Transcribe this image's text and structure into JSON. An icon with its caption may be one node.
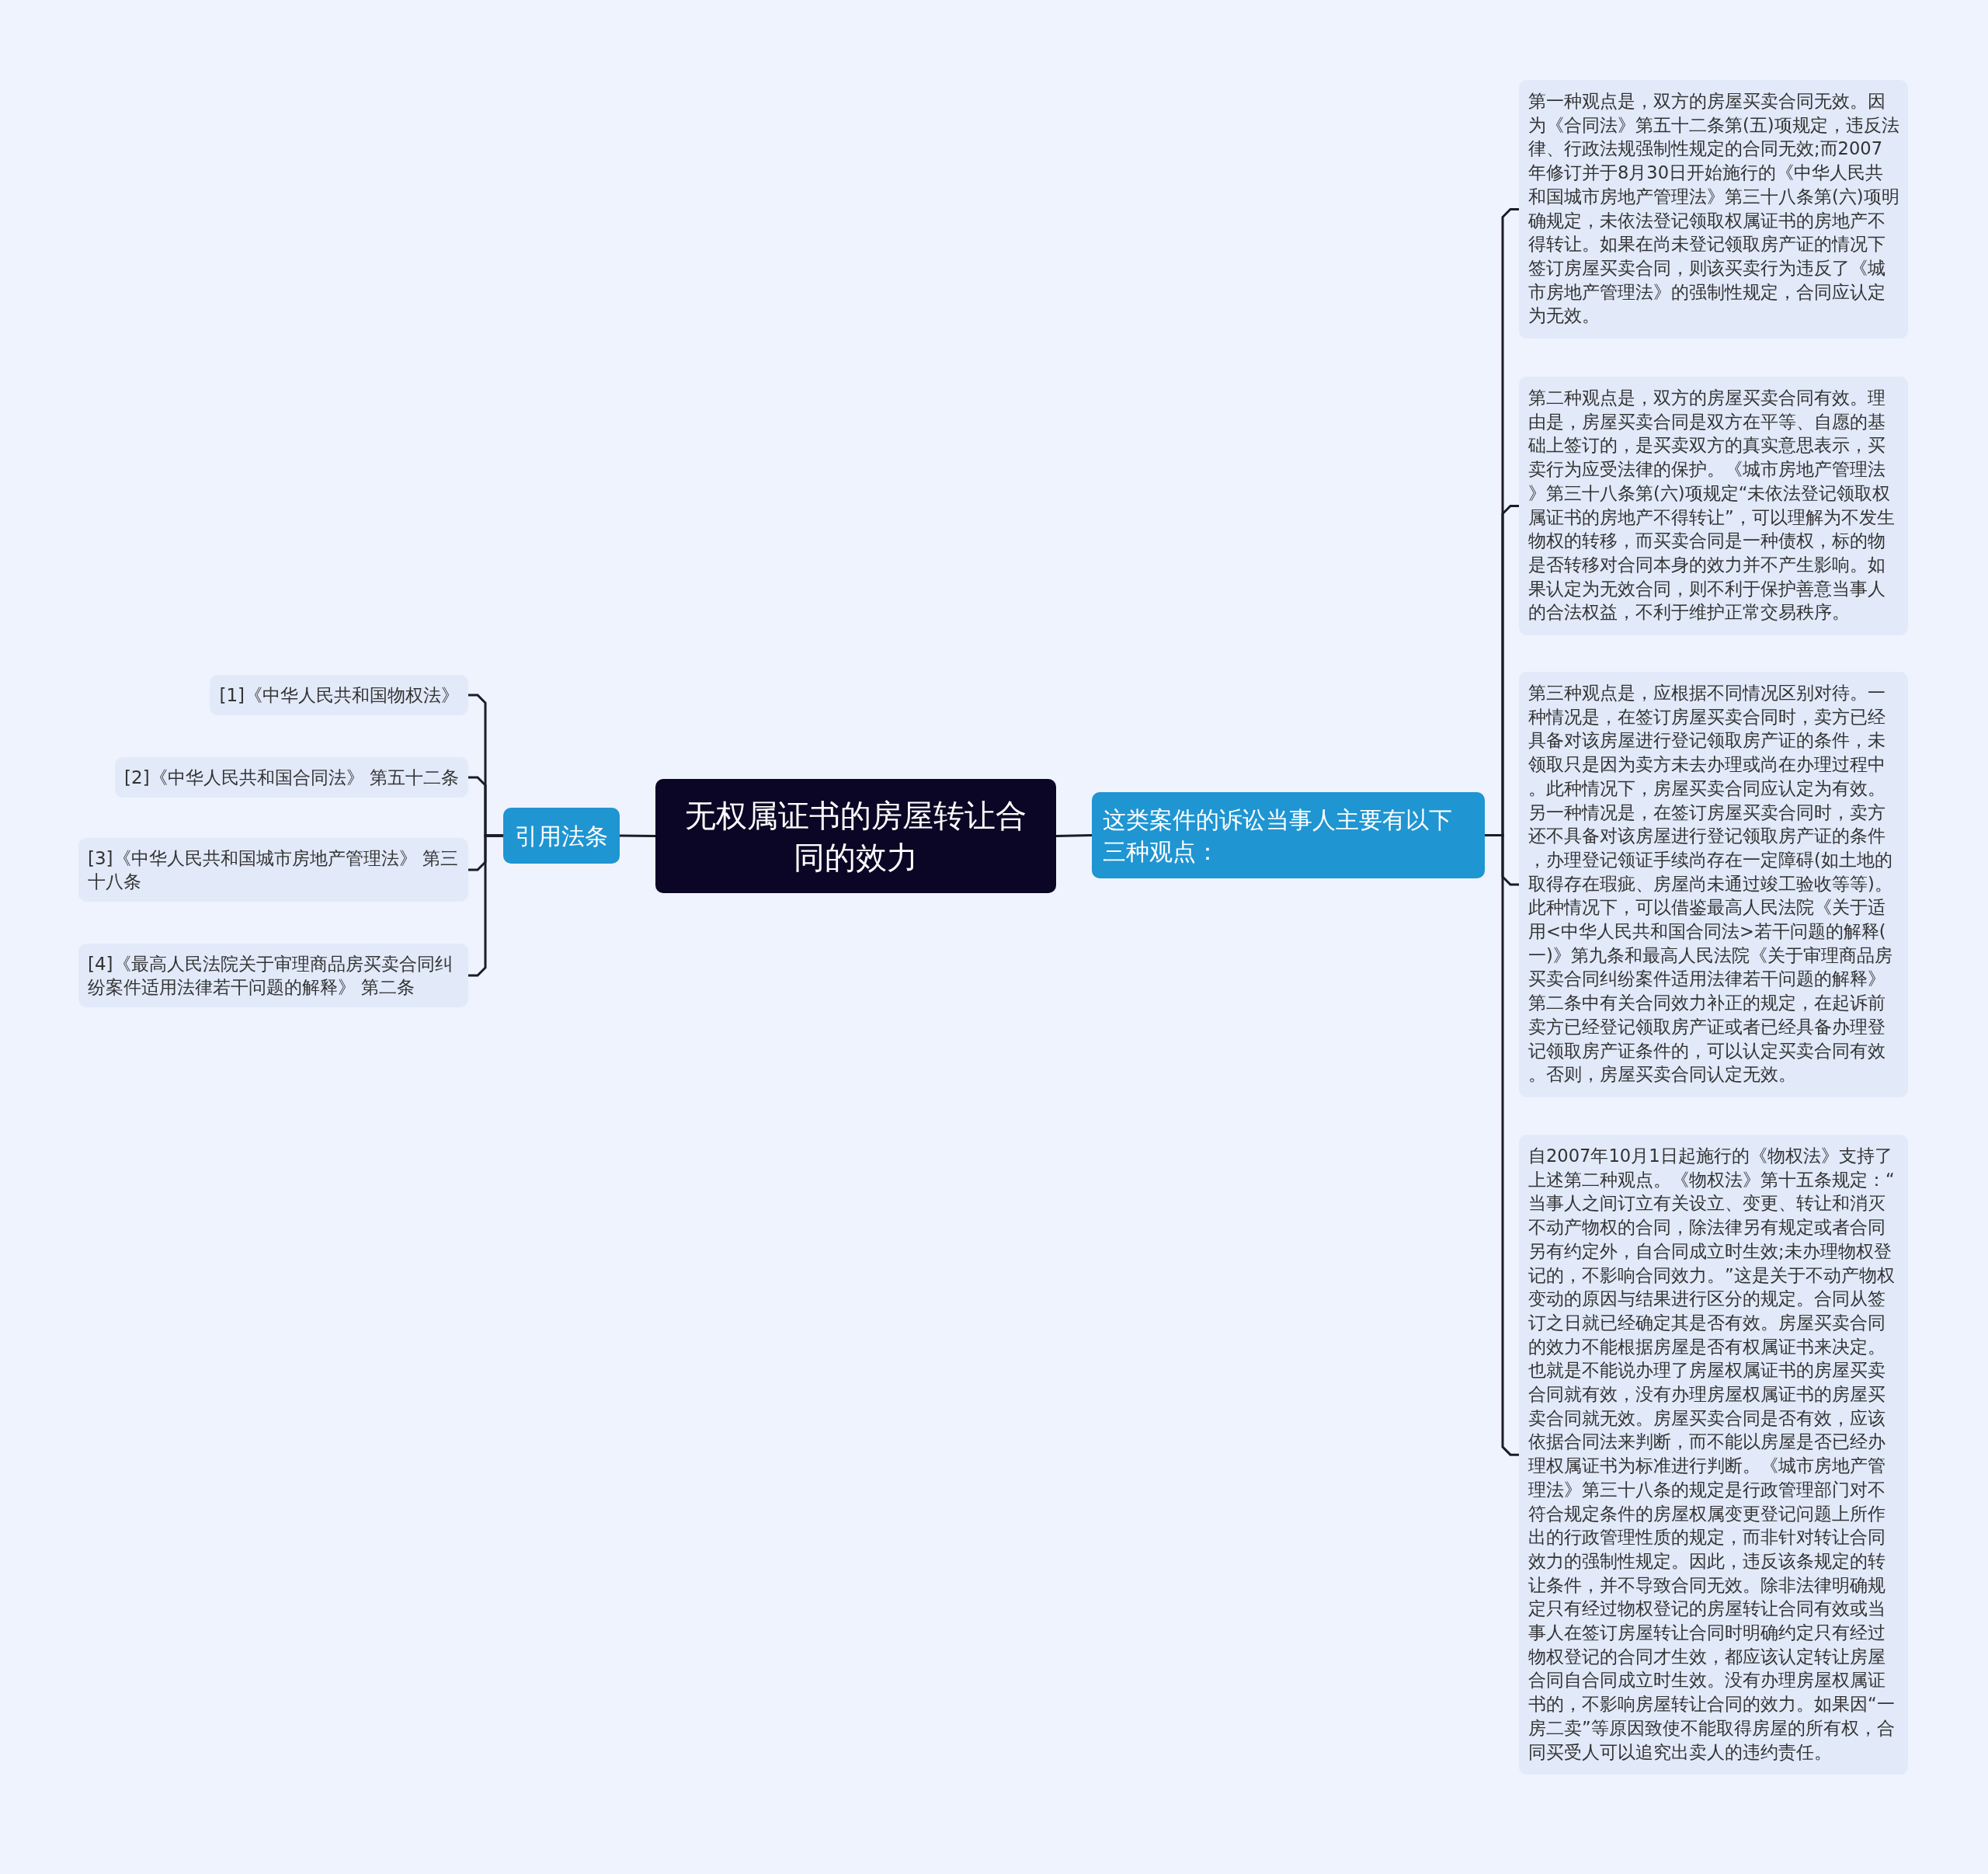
{
  "diagram": {
    "nodes": [
      {
        "text": [
          "无权属证书的房屋转让合同的效力"
        ]
      },
      {
        "text": [
          "引用法条"
        ]
      },
      {
        "text": [
          "[1]《中华人民共和国物权法》"
        ]
      },
      {
        "text": [
          "[2]《中华人民共和国合同法》 第五十二条"
        ]
      },
      {
        "text": [
          "[3]《中华人民共和国城市房地产管理法》 第三十八条"
        ]
      },
      {
        "text": [
          "[4]《最高人民法院关于审理商品房买卖合同纠纷案件适用法律若干问题的解释》 第二条"
        ]
      },
      {
        "text": [
          "这类案件的诉讼当事人主要有以下三种观点："
        ]
      },
      {
        "text": [
          "第一种观点是，双方的房屋买卖合同无效。因为《合同法》第五十二条第(五)项规定，违反法律、行政法规强制性规定的合同无效;而2007年修订并于8月30日开始施行的《中华人民共和国城市房地产管理法》第三十八条第(六)项明确规定，未依法登记领取权属证书的房地产不得转让。如果在尚未登记领取房产证的情况下签订房屋买卖合同，则该买卖行为违反了《城市房地产管理法》的强制性规定，合同应认定为无效。"
        ]
      },
      {
        "text": [
          "第二种观点是，双方的房屋买卖合同有效。理由是，房屋买卖合同是双方在平等、自愿的基础上签订的，是买卖双方的真实意思表示，买卖行为应受法律的保护。《城市房地产管理法》第三十八条第(六)项规定“未依法登记领取权属证书的房地产不得转让”，可以理解为不发生物权的转移，而买卖合同是一种债权，标的物是否转移对合同本身的效力并不产生影响。如果认定为无效合同，则不利于保护善意当事人的合法权益，不利于维护正常交易秩序。"
        ]
      },
      {
        "text": [
          "第三种观点是，应根据不同情况区别对待。一种情况是，在签订房屋买卖合同时，卖方已经具备对该房屋进行登记领取房产证的条件，未领取只是因为卖方未去办理或尚在办理过程中。此种情况下，房屋买卖合同应认定为有效。另一种情况是，在签订房屋买卖合同时，卖方还不具备对该房屋进行登记领取房产证的条件，办理登记领证手续尚存在一定障碍(如土地的取得存在瑕疵、房屋尚未通过竣工验收等等)。此种情况下，可以借鉴最高人民法院《关于适用<中华人民共和国合同法>若干问题的解释(一)》第九条和最高人民法院《关于审理商品房买卖合同纠纷案件适用法律若干问题的解释》第二条中有关合同效力补正的规定，在起诉前卖方已经登记领取房产证或者已经具备办理登记领取房产证条件的，可以认定买卖合同有效。否则，房屋买卖合同认定无效。"
        ]
      },
      {
        "text": [
          "自2007年10月1日起施行的《物权法》支持了上述第二种观点。《物权法》第十五条规定：“当事人之间订立有关设立、变更、转让和消灭不动产物权的合同，除法律另有规定或者合同另有约定外，自合同成立时生效;未办理物权登记的，不影响合同效力。”这是关于不动产物权变动的原因与结果进行区分的规定。合同从签订之日就已经确定其是否有效。房屋买卖合同的效力不能根据房屋是否有权属证书来决定。也就是不能说办理了房屋权属证书的房屋买卖合同就有效，没有办理房屋权属证书的房屋买卖合同就无效。房屋买卖合同是否有效，应该依据合同法来判断，而不能以房屋是否已经办理权属证书为标准进行判断。《城市房地产管理法》第三十八条的规定是行政管理部门对不符合规定条件的房屋权属变更登记问题上所作出的行政管理性质的规定，而非针对转让合同效力的强制性规定。因此，违反该条规定的转让条件，并不导致合同无效。除非法律明确规定只有经过物权登记的房屋转让合同有效或当事人在签订房屋转让合同时明确约定只有经过物权登记的合同才生效，都应该认定转让房屋合同自合同成立时生效。没有办理房屋权属证书的，不影响房屋转让合同的效力。如果因“一房二卖”等原因致使不能取得房屋的所有权，合同买受人可以追究出卖人的违约责任。"
        ]
      }
    ],
    "edges": [
      {
        "from": 0,
        "to": 1,
        "arrow": "none"
      },
      {
        "from": 1,
        "to": 2,
        "arrow": "none"
      },
      {
        "from": 1,
        "to": 3,
        "arrow": "none"
      },
      {
        "from": 1,
        "to": 4,
        "arrow": "none"
      },
      {
        "from": 1,
        "to": 5,
        "arrow": "none"
      },
      {
        "from": 0,
        "to": 6,
        "arrow": "none"
      },
      {
        "from": 6,
        "to": 7,
        "arrow": "none"
      },
      {
        "from": 6,
        "to": 8,
        "arrow": "none"
      },
      {
        "from": 6,
        "to": 9,
        "arrow": "none"
      },
      {
        "from": 6,
        "to": 10,
        "arrow": "none"
      }
    ]
  }
}
